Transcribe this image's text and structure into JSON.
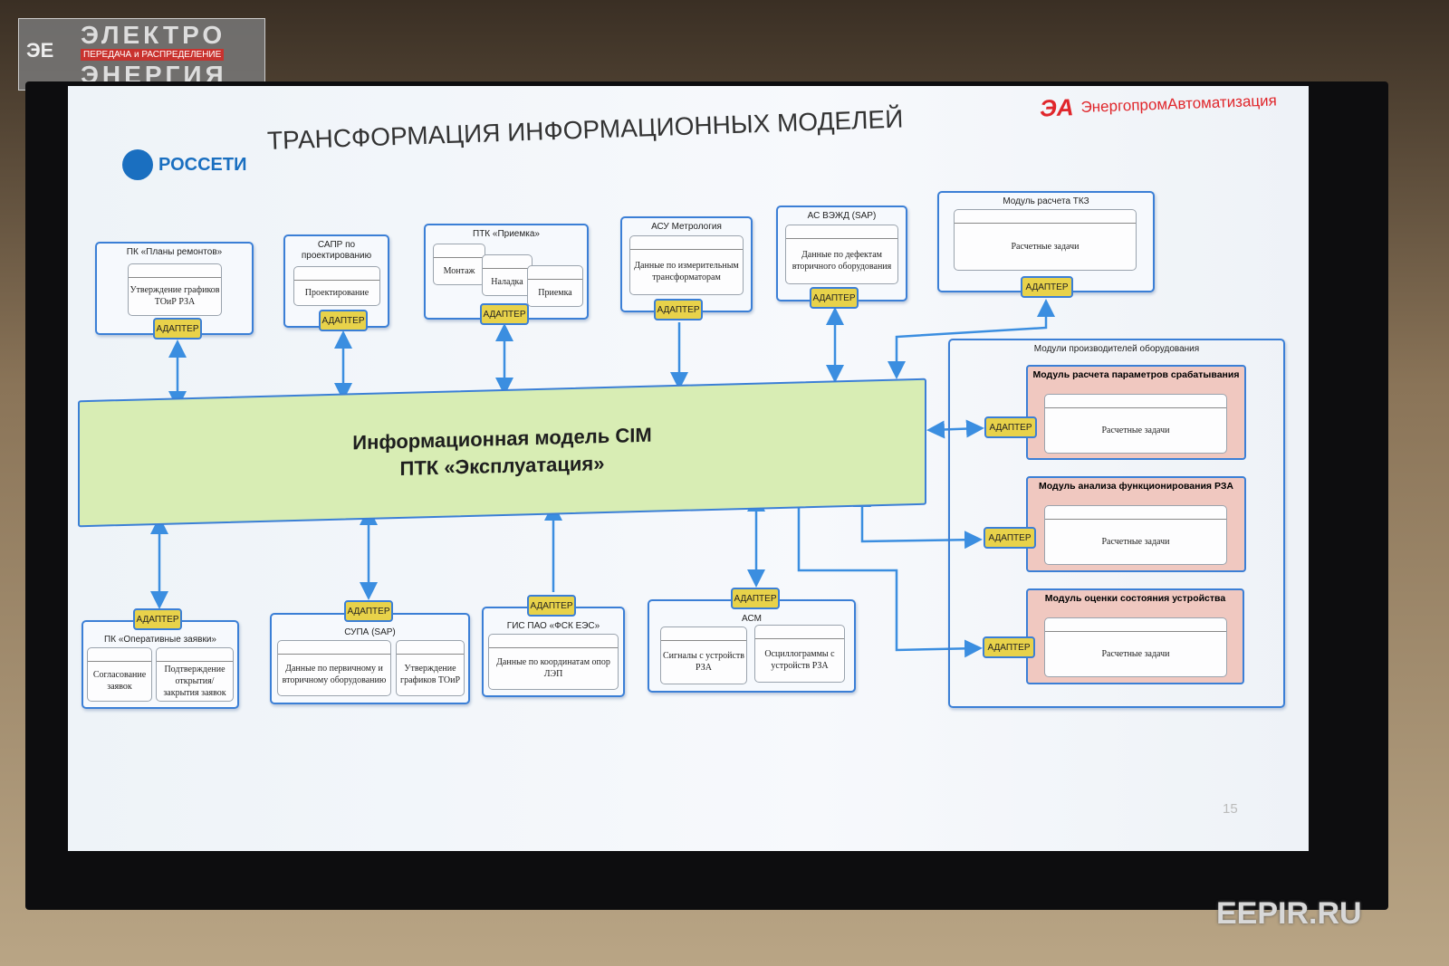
{
  "watermark": {
    "line1": "ЭЛЕКТРО",
    "line2": "ПЕРЕДАЧА и РАСПРЕДЕЛЕНИЕ",
    "line3": "ЭНЕРГИЯ",
    "mark": "ЭЕ"
  },
  "footer_site": "EEPIR.RU",
  "slide": {
    "logo_left": "РОССЕТИ",
    "logo_right": "ЭнергопромАвтоматизация",
    "title": "ТРАНСФОРМАЦИЯ ИНФОРМАЦИОННЫХ МОДЕЛЕЙ",
    "page_number": "15",
    "adapter_label": "АДАПТЕР",
    "center": {
      "line1": "Информационная модель CIM",
      "line2": "ПТК «Эксплуатация»"
    },
    "top_systems": [
      {
        "title": "ПК «Планы ремонтов»",
        "items": [
          "Утверждение графиков ТОиР РЗА"
        ]
      },
      {
        "title": "САПР по проектированию",
        "items": [
          "Проектирование"
        ]
      },
      {
        "title": "ПТК «Приемка»",
        "items": [
          "Монтаж",
          "Наладка",
          "Приемка"
        ]
      },
      {
        "title": "АСУ Метрология",
        "items": [
          "Данные по измерительным трансформаторам"
        ]
      },
      {
        "title": "АС ВЭЖД (SAP)",
        "items": [
          "Данные по дефектам вторичного оборудования"
        ]
      },
      {
        "title": "Модуль расчета ТКЗ",
        "items": [
          "Расчетные задачи"
        ]
      }
    ],
    "bottom_systems": [
      {
        "title": "ПК «Оперативные заявки»",
        "items": [
          "Согласование заявок",
          "Подтверждение открытия/ закрытия заявок"
        ]
      },
      {
        "title": "СУПА (SAP)",
        "items": [
          "Данные по первичному и вторичному оборудованию",
          "Утверждение графиков ТОиР"
        ]
      },
      {
        "title": "ГИС ПАО «ФСК ЕЭС»",
        "items": [
          "Данные по координатам опор ЛЭП"
        ]
      },
      {
        "title": "АСМ",
        "items": [
          "Сигналы с устройств РЗА",
          "Осциллограммы с устройств РЗА"
        ]
      }
    ],
    "vendor_group": {
      "title": "Модули производителей оборудования",
      "modules": [
        {
          "title": "Модуль расчета параметров срабатывания",
          "item": "Расчетные задачи"
        },
        {
          "title": "Модуль анализа функционирования РЗА",
          "item": "Расчетные задачи"
        },
        {
          "title": "Модуль оценки состояния устройства",
          "item": "Расчетные задачи"
        }
      ]
    },
    "colors": {
      "border": "#3b7fd6",
      "adapter": "#e8d24a",
      "cim": "#d8edb4",
      "module": "#f0c8c0",
      "logo_red": "#e0262b",
      "logo_blue": "#1a6fc0"
    }
  }
}
